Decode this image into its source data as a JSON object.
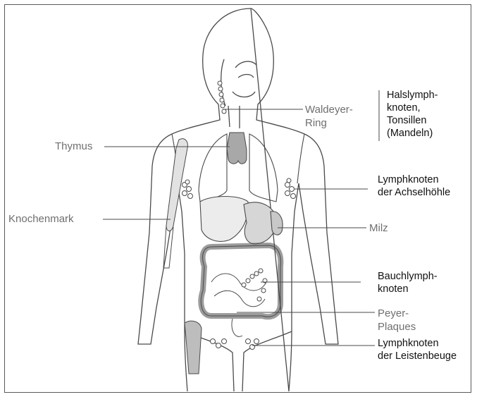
{
  "labels": {
    "waldeyer": "Waldeyer-",
    "waldeyer_line2": "Ring",
    "halslymph_1": "Halslymph-",
    "halslymph_2": "knoten,",
    "halslymph_3": "Tonsillen",
    "halslymph_4": "(Mandeln)",
    "thymus": "Thymus",
    "achsel_1": "Lymphknoten",
    "achsel_2": "der Achselhöhle",
    "knochenmark": "Knochenmark",
    "milz": "Milz",
    "bauch_1": "Bauchlymph-",
    "bauch_2": "knoten",
    "peyer_1": "Peyer-",
    "peyer_2": "Plaques",
    "leisten_1": "Lymphknoten",
    "leisten_2": "der Leistenbeuge"
  },
  "colors": {
    "outline": "#4a4a4a",
    "organ_fill": "#d6d6d6",
    "thymus_fill": "#a8a8a8",
    "label_grey": "#6f6f6f",
    "label_black": "#111111"
  }
}
